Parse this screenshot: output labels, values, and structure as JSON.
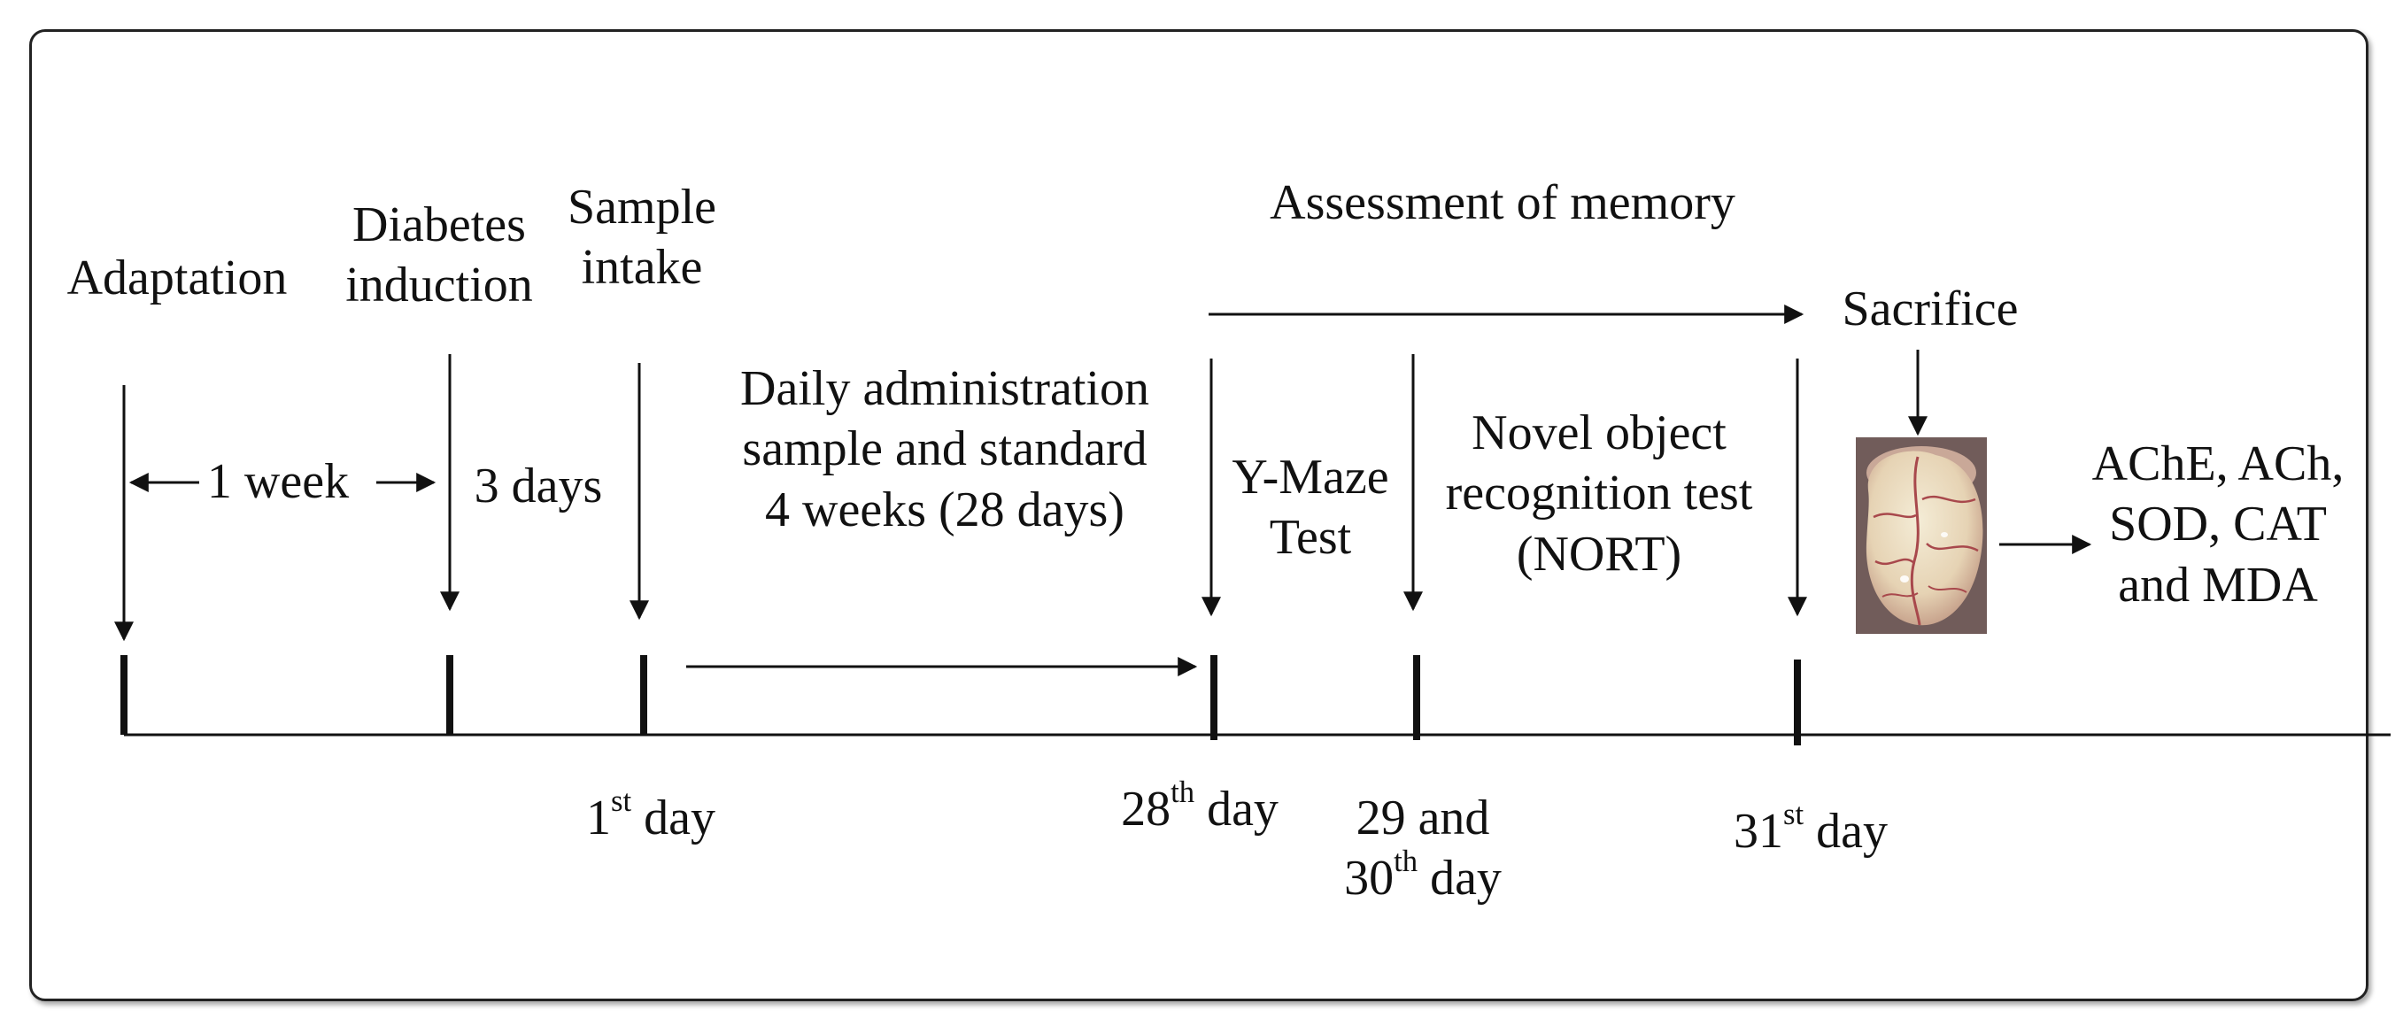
{
  "diagram": {
    "phases": {
      "adaptation": "Adaptation",
      "diabetes_induction": [
        "Diabetes",
        "induction"
      ],
      "sample_intake": [
        "Sample",
        "intake"
      ],
      "assessment": "Assessment of memory",
      "sacrifice": "Sacrifice"
    },
    "durations": {
      "week": "1 week",
      "days": "3 days"
    },
    "activities": {
      "daily_admin": [
        "Daily administration",
        "sample and standard",
        "4 weeks (28 days)"
      ],
      "ymaze": [
        "Y-Maze",
        "Test"
      ],
      "nort": [
        "Novel object",
        "recognition test",
        "(NORT)"
      ]
    },
    "days": {
      "day1": {
        "num": "1",
        "sup": "st",
        "rest": " day"
      },
      "day28": {
        "num": "28",
        "sup": "th",
        "rest": " day"
      },
      "day29_30": {
        "line1": "29 and",
        "num": "30",
        "sup": "th",
        "rest": " day"
      },
      "day31": {
        "num": "31",
        "sup": "st",
        "rest": " day"
      }
    },
    "biomarkers": [
      "AChE, ACh,",
      "SOD, CAT",
      "and MDA"
    ],
    "image": {
      "icon": "brain-icon"
    }
  }
}
